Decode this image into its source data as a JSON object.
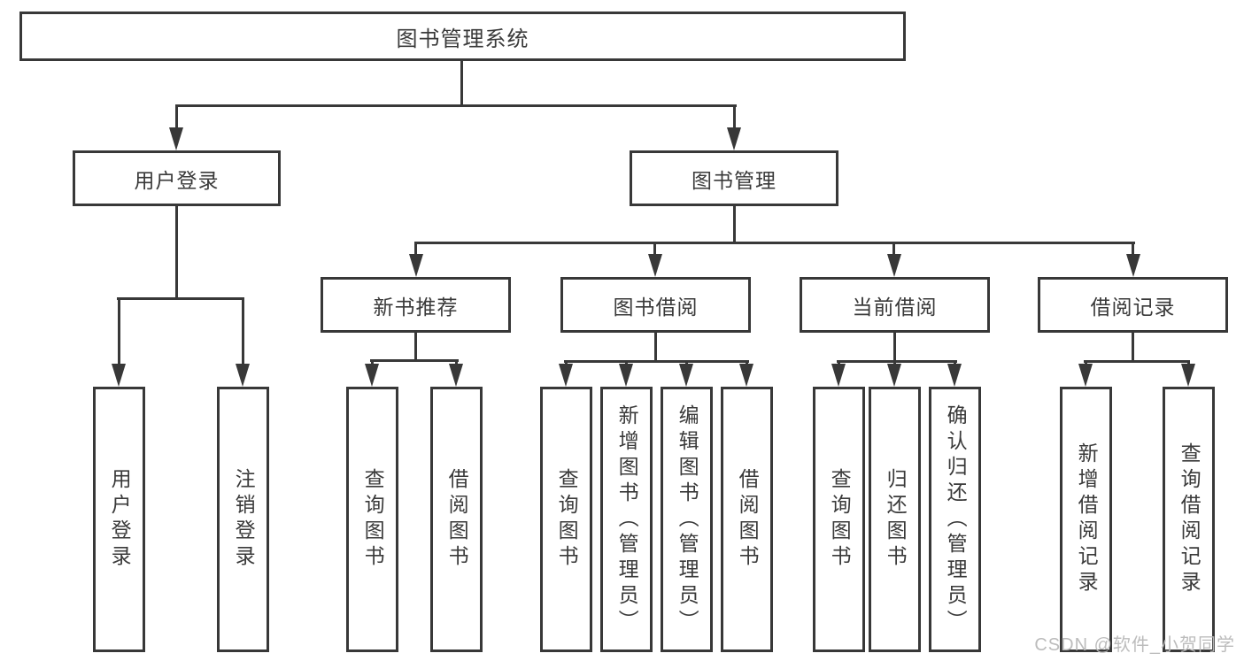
{
  "tree": {
    "label": "图书管理系统",
    "children": [
      {
        "label": "用户登录",
        "children": [
          {
            "label": "用户登录"
          },
          {
            "label": "注销登录"
          }
        ]
      },
      {
        "label": "图书管理",
        "children": [
          {
            "label": "新书推荐",
            "children": [
              {
                "label": "查询图书"
              },
              {
                "label": "借阅图书"
              }
            ]
          },
          {
            "label": "图书借阅",
            "children": [
              {
                "label": "查询图书"
              },
              {
                "label": "新增图书（管理员）"
              },
              {
                "label": "编辑图书（管理员）"
              },
              {
                "label": "借阅图书"
              }
            ]
          },
          {
            "label": "当前借阅",
            "children": [
              {
                "label": "查询图书"
              },
              {
                "label": "归还图书"
              },
              {
                "label": "确认归还（管理员）"
              }
            ]
          },
          {
            "label": "借阅记录",
            "children": [
              {
                "label": "新增借阅记录"
              },
              {
                "label": "查询借阅记录"
              }
            ]
          }
        ]
      }
    ]
  },
  "watermark": "CSDN @软件_小贺同学",
  "colors": {
    "line": "#383838",
    "text": "#3a3a3a",
    "watermark": "#b9b9b9",
    "background": "#ffffff"
  }
}
